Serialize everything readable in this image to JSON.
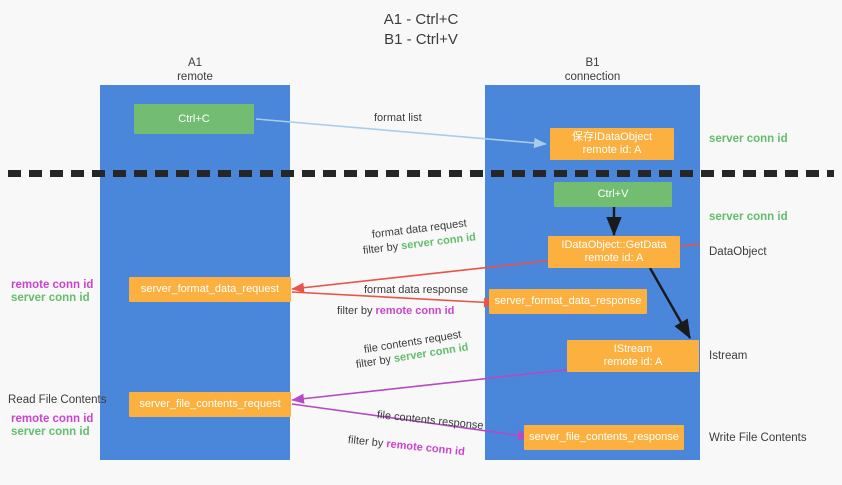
{
  "title": {
    "line1": "A1 - Ctrl+C",
    "line2": "B1 - Ctrl+V"
  },
  "columns": [
    {
      "name": "A1",
      "sub": "remote",
      "color": "#4a86da"
    },
    {
      "name": "B1",
      "sub": "connection",
      "color": "#4a86da"
    }
  ],
  "boxes": {
    "ctrl_c": {
      "label": "Ctrl+C",
      "color": "#73bd72"
    },
    "ctrl_v": {
      "label": "Ctrl+V",
      "color": "#73bd72"
    },
    "save_idataobject": {
      "line1": "保存IDataObject",
      "line2": "remote id: A",
      "color": "#fbb040"
    },
    "getdata": {
      "line1": "IDataObject::GetData",
      "line2": "remote id: A",
      "color": "#fbb040"
    },
    "istream": {
      "line1": "IStream",
      "line2": "remote id: A",
      "color": "#fbb040"
    },
    "format_data_request": {
      "label": "server_format_data_request",
      "color": "#fbb040"
    },
    "format_data_response": {
      "label": "server_format_data_response",
      "color": "#fbb040"
    },
    "file_contents_request": {
      "label": "server_file_contents_request",
      "color": "#fbb040"
    },
    "file_contents_response": {
      "label": "server_file_contents_response",
      "color": "#fbb040"
    }
  },
  "arrows": {
    "format_list": {
      "label": "format list",
      "color": "#a8cdeb"
    },
    "format_data_request": {
      "line1": "format data request",
      "prefix": "filter by ",
      "conn": "server conn id",
      "color": "#e8534a"
    },
    "format_data_response": {
      "line1": "format data response",
      "prefix": "filter by ",
      "conn": "remote conn id",
      "color": "#e8534a"
    },
    "file_contents_request": {
      "line1": "file contents request",
      "prefix": "filter by ",
      "conn": "server conn id",
      "color": "#b44ac4"
    },
    "file_contents_response": {
      "line1": "file contents response",
      "prefix": "filter by ",
      "conn": "remote conn id",
      "color": "#b44ac4"
    }
  },
  "side_labels": {
    "right_server_conn_1": "server conn id",
    "right_server_conn_2": "server conn id",
    "right_dataobject": "DataObject",
    "right_istream": "Istream",
    "right_write_file_contents": "Write File Contents",
    "left_remote_conn_1": "remote conn id",
    "left_server_conn_1": "server conn id",
    "left_read_file_contents": "Read File Contents",
    "left_remote_conn_2": "remote conn id",
    "left_server_conn_2": "server conn id"
  },
  "colors": {
    "column_blue": "#4a86da",
    "box_green": "#73bd72",
    "box_orange": "#fbb040",
    "arrow_blue": "#a8cdeb",
    "arrow_red": "#e8534a",
    "arrow_purple": "#b44ac4",
    "arrow_black": "#1a1a1a",
    "conn_green_text": "#62bd6d",
    "conn_magenta_text": "#cc44cc",
    "dash_line": "#262626",
    "background": "#f8f8f8"
  }
}
